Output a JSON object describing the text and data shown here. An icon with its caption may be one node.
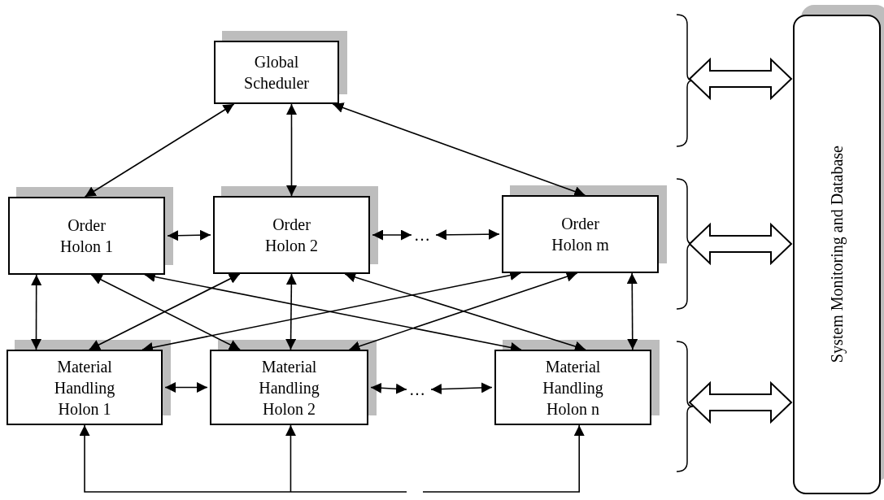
{
  "diagram": {
    "nodes": [
      {
        "text": [
          "Global Scheduler"
        ]
      },
      {
        "text": [
          "Order Holon 1"
        ]
      },
      {
        "text": [
          "Order Holon 2"
        ]
      },
      {
        "text": [
          "…"
        ]
      },
      {
        "text": [
          "Order Holon m"
        ]
      },
      {
        "text": [
          "Material Handling Holon 1"
        ]
      },
      {
        "text": [
          "Material Handling Holon 2"
        ]
      },
      {
        "text": [
          "…"
        ]
      },
      {
        "text": [
          "Material Handling Holon n"
        ]
      },
      {
        "text": [
          "System Monitoring and Database"
        ]
      }
    ],
    "edges": [
      {
        "from": 1,
        "to": 0,
        "arrow": "both"
      },
      {
        "from": 2,
        "to": 0,
        "arrow": "both"
      },
      {
        "from": 4,
        "to": 0,
        "arrow": "both"
      },
      {
        "from": 1,
        "to": 2,
        "arrow": "both"
      },
      {
        "from": 2,
        "to": 3,
        "arrow": "both"
      },
      {
        "from": 3,
        "to": 4,
        "arrow": "both"
      },
      {
        "from": 1,
        "to": 5,
        "arrow": "both"
      },
      {
        "from": 1,
        "to": 6,
        "arrow": "both"
      },
      {
        "from": 1,
        "to": 8,
        "arrow": "both"
      },
      {
        "from": 2,
        "to": 5,
        "arrow": "both"
      },
      {
        "from": 2,
        "to": 6,
        "arrow": "both"
      },
      {
        "from": 2,
        "to": 8,
        "arrow": "both"
      },
      {
        "from": 4,
        "to": 5,
        "arrow": "both"
      },
      {
        "from": 4,
        "to": 6,
        "arrow": "both"
      },
      {
        "from": 4,
        "to": 8,
        "arrow": "both"
      },
      {
        "from": 5,
        "to": 6,
        "arrow": "both"
      },
      {
        "from": 6,
        "to": 7,
        "arrow": "both"
      },
      {
        "from": 7,
        "to": 8,
        "arrow": "both"
      },
      {
        "from": null,
        "to": 5,
        "arrow": "to"
      },
      {
        "from": null,
        "to": 6,
        "arrow": "to"
      },
      {
        "from": null,
        "to": 8,
        "arrow": "to"
      },
      {
        "from": null,
        "to": 9,
        "arrow": "both",
        "style": "thick"
      },
      {
        "from": null,
        "to": 9,
        "arrow": "both",
        "style": "thick"
      },
      {
        "from": null,
        "to": 9,
        "arrow": "both",
        "style": "thick"
      }
    ]
  }
}
